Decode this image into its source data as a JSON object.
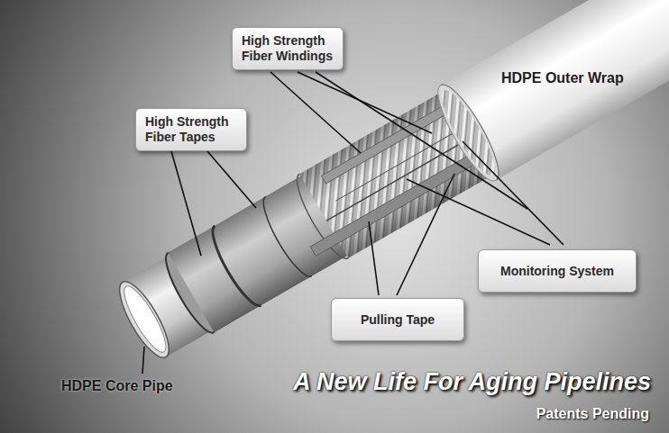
{
  "diagram": {
    "title": "A New Life For Aging Pipelines",
    "nodes": [
      {
        "text": [
          "High Strength Fiber Windings"
        ]
      },
      {
        "text": [
          "High Strength Fiber Tapes"
        ]
      },
      {
        "text": [
          "Monitoring System"
        ]
      },
      {
        "text": [
          "Pulling Tape"
        ]
      }
    ],
    "labels": [
      "HDPE Outer Wrap",
      "HDPE Core Pipe",
      "Patents Pending"
    ]
  }
}
